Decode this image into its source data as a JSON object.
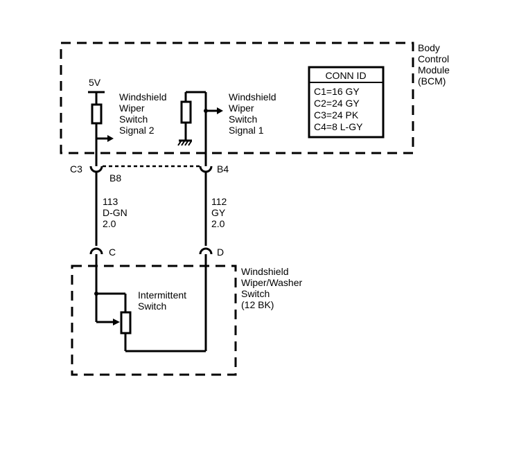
{
  "bcm": {
    "label": [
      "Body",
      "Control",
      "Module",
      "(BCM)"
    ],
    "supply": "5V",
    "signal2_label": [
      "Windshield",
      "Wiper",
      "Switch",
      "Signal 2"
    ],
    "signal1_label": [
      "Windshield",
      "Wiper",
      "Switch",
      "Signal 1"
    ],
    "connector": "C3",
    "pin_left": "B8",
    "pin_right": "B4"
  },
  "conn_table": {
    "header": "CONN ID",
    "rows": [
      "C1=16 GY",
      "C2=24 GY",
      "C3=24 PK",
      "C4=8 L-GY"
    ]
  },
  "wires": {
    "left": [
      "113",
      "D-GN",
      "2.0"
    ],
    "right": [
      "112",
      "GY",
      "2.0"
    ]
  },
  "switch": {
    "label": [
      "Windshield",
      "Wiper/Washer",
      "Switch",
      "(12 BK)"
    ],
    "pin_left": "C",
    "pin_right": "D",
    "intermittent_label": [
      "Intermittent",
      "Switch"
    ]
  }
}
